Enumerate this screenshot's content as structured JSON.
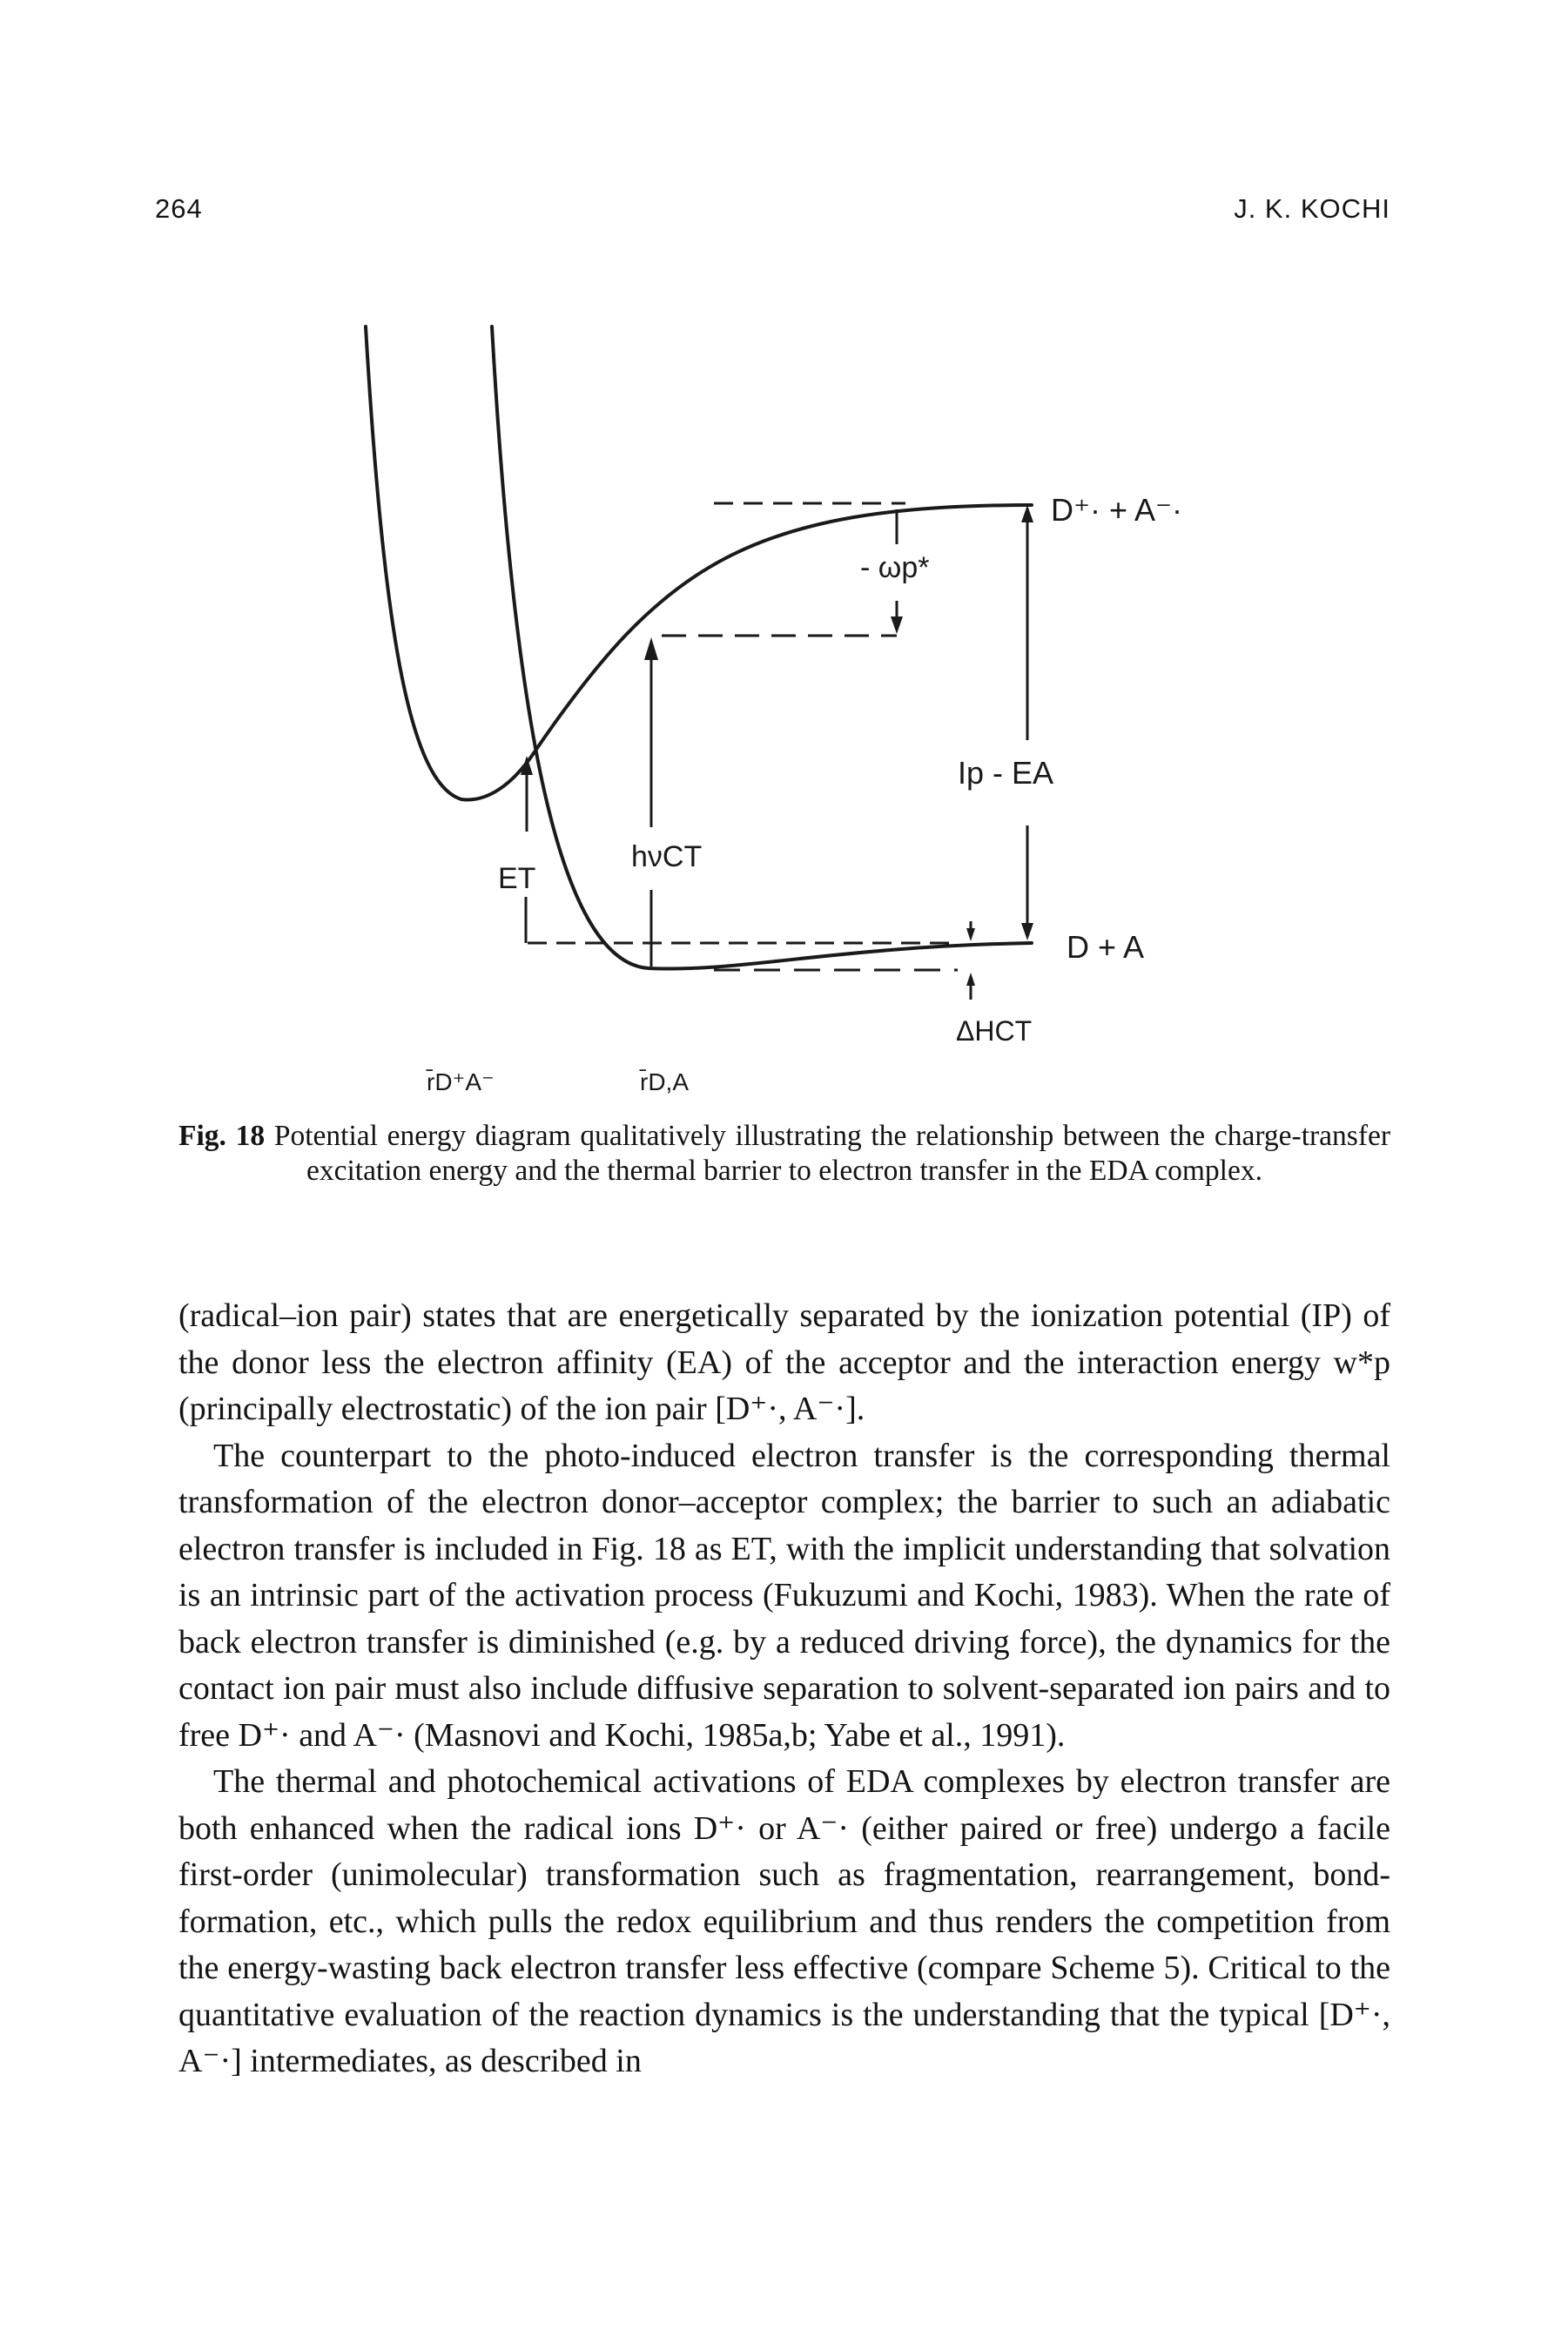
{
  "header": {
    "page_number": "264",
    "author": "J. K. KOCHI"
  },
  "figure": {
    "labels": {
      "ion_pair_state": "D⁺· + A⁻·",
      "neutral_state": "D + A",
      "work_term": "- ωp*",
      "ip_ea": "Ip - EA",
      "h_nu_ct": "hνCT",
      "e_t": "ET",
      "delta_h_ct": "ΔHCT",
      "r_ion_pair": "r̄D⁺A⁻",
      "r_neutral": "r̄D,A"
    }
  },
  "caption": {
    "label": "Fig. 18",
    "text": "Potential energy diagram qualitatively illustrating the relationship between the charge-transfer excitation energy and the thermal barrier to electron transfer in the EDA complex."
  },
  "body": {
    "p1": "(radical–ion pair) states that are energetically separated by the ionization potential (IP) of the donor less the electron affinity (EA) of the acceptor and the interaction energy w*p (principally electrostatic) of the ion pair [D⁺·, A⁻·].",
    "p2": "The counterpart to the photo-induced electron transfer is the corresponding thermal transformation of the electron donor–acceptor complex; the barrier to such an adiabatic electron transfer is included in Fig. 18 as ET, with the implicit understanding that solvation is an intrinsic part of the activation process (Fukuzumi and Kochi, 1983). When the rate of back electron transfer is diminished (e.g. by a reduced driving force), the dynamics for the contact ion pair must also include diffusive separation to solvent-separated ion pairs and to free D⁺· and A⁻· (Masnovi and Kochi, 1985a,b; Yabe et al., 1991).",
    "p3": "The thermal and photochemical activations of EDA complexes by electron transfer are both enhanced when the radical ions D⁺· or A⁻· (either paired or free) undergo a facile first-order (unimolecular) transformation such as fragmentation, rearrangement, bond-formation, etc., which pulls the redox equilibrium and thus renders the competition from the energy-wasting back electron transfer less effective (compare Scheme 5). Critical to the quantitative evaluation of the reaction dynamics is the understanding that the typical [D⁺·, A⁻·] intermediates, as described in"
  }
}
